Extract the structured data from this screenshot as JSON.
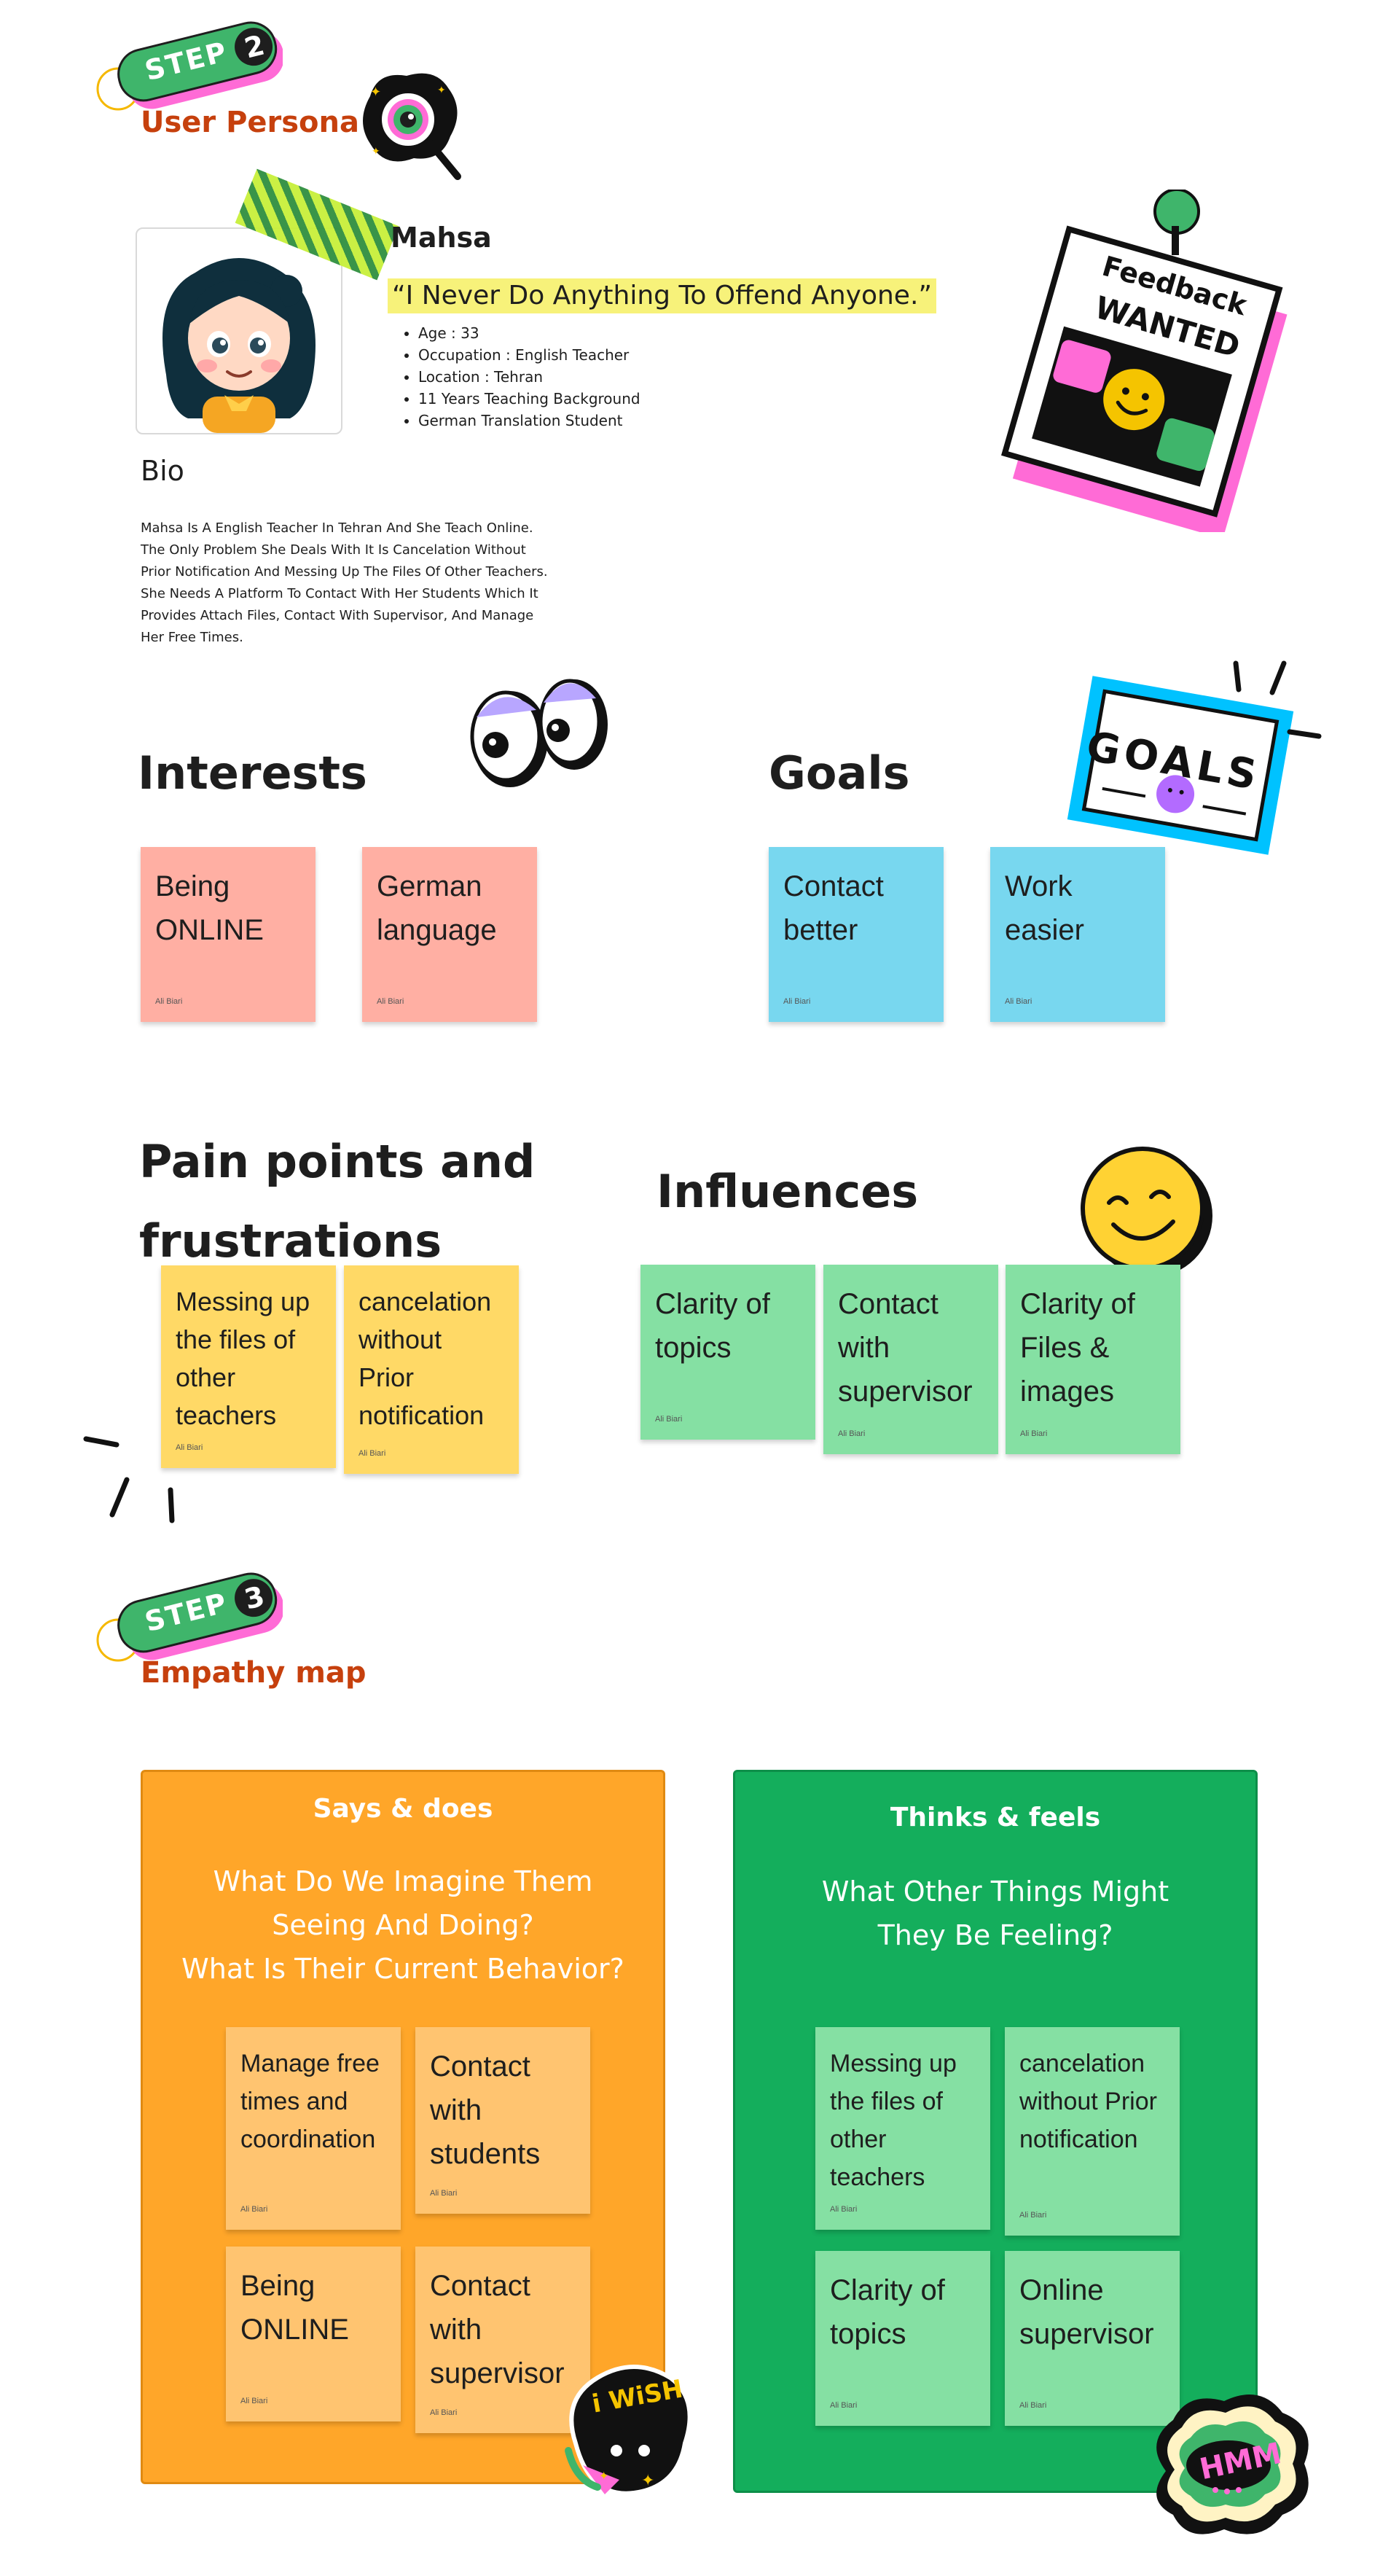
{
  "step2": {
    "badge": "STEP",
    "number": "2",
    "label": "User Persona"
  },
  "persona": {
    "name": "Mahsa",
    "quote": "“I Never Do Anything To Offend Anyone.”",
    "facts": [
      "Age : 33",
      "Occupation : English Teacher",
      "Location : Tehran",
      "11 Years Teaching Background",
      "German Translation Student"
    ],
    "bio_title": "Bio",
    "bio_lines": [
      "Mahsa Is A English Teacher In Tehran And She Teach Online.",
      "The Only Problem She Deals With It Is Cancelation Without",
      "Prior Notification And Messing Up The Files Of Other Teachers.",
      "She Needs A Platform To Contact With Her Students Which It",
      "Provides Attach Files, Contact With Supervisor, And Manage",
      "Her Free Times."
    ]
  },
  "stickers": {
    "feedback_line1": "Feedback",
    "feedback_line2": "WANTED",
    "goals": "GOALS",
    "iwish": "i WiSH",
    "hmm": "HMM"
  },
  "interests": {
    "title": "Interests",
    "notes": [
      {
        "text": "Being ONLINE",
        "author": "Ali Biari"
      },
      {
        "text": "German language",
        "author": "Ali Biari"
      }
    ]
  },
  "goals": {
    "title": "Goals",
    "notes": [
      {
        "text": "Contact better",
        "author": "Ali Biari"
      },
      {
        "text": "Work easier",
        "author": "Ali Biari"
      }
    ]
  },
  "pain": {
    "title_line1": "Pain points and",
    "title_line2": "frustrations",
    "notes": [
      {
        "text": "Messing up the files of other teachers",
        "author": "Ali Biari"
      },
      {
        "text": "cancelation without Prior notification",
        "author": "Ali Biari"
      }
    ]
  },
  "influences": {
    "title": "Influences",
    "notes": [
      {
        "text": "Clarity of topics",
        "author": "Ali Biari"
      },
      {
        "text": "Contact with supervisor",
        "author": "Ali Biari"
      },
      {
        "text": "Clarity of Files & images",
        "author": "Ali Biari"
      }
    ]
  },
  "step3": {
    "badge": "STEP",
    "number": "3",
    "label": "Empathy map"
  },
  "says": {
    "title": "Says & does",
    "sub_line1": "What Do We Imagine Them",
    "sub_line2": "Seeing And Doing?",
    "sub_line3": "What Is Their Current Behavior?",
    "notes": [
      {
        "text": "Manage free times and coordination",
        "author": "Ali Biari"
      },
      {
        "text": "Contact with students",
        "author": "Ali Biari"
      },
      {
        "text": "Being ONLINE",
        "author": "Ali Biari"
      },
      {
        "text": "Contact with supervisor",
        "author": "Ali Biari"
      }
    ]
  },
  "thinks": {
    "title": "Thinks & feels",
    "sub_line1": "What Other Things Might",
    "sub_line2": "They Be Feeling?",
    "notes": [
      {
        "text": "Messing up the files of other teachers",
        "author": "Ali Biari"
      },
      {
        "text": "cancelation without Prior notification",
        "author": "Ali Biari"
      },
      {
        "text": "Clarity of topics",
        "author": "Ali Biari"
      },
      {
        "text": "Online supervisor",
        "author": "Ali Biari"
      }
    ]
  },
  "colors": {
    "accent_red": "#c6400d",
    "step_green": "#3fb56b",
    "step_pink": "#ff6bd6",
    "says_orange": "#ffa629",
    "thinks_green": "#14ae5c"
  }
}
